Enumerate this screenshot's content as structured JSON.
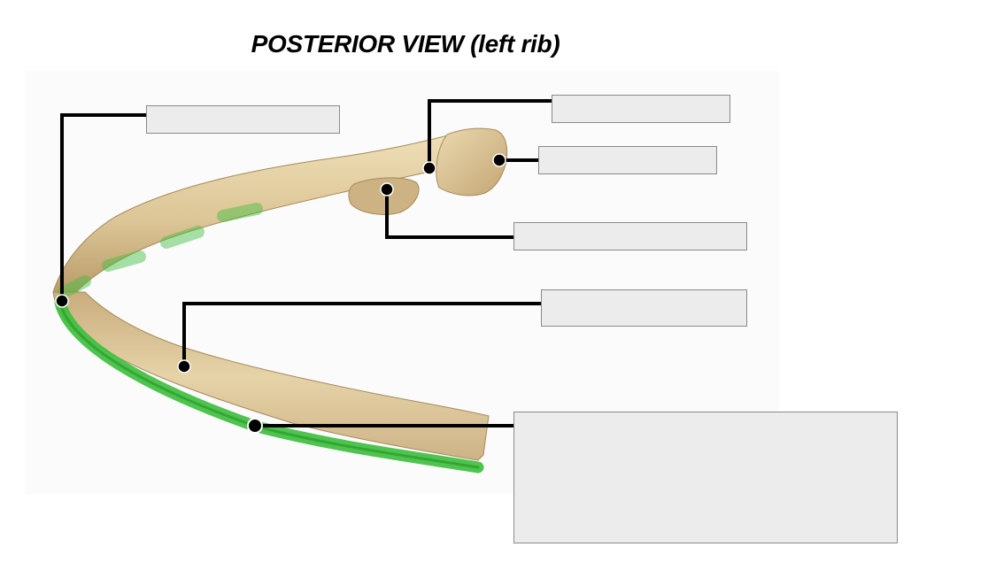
{
  "title": "POSTERIOR VIEW (left rib)",
  "colors": {
    "bone": "#e2cc9c",
    "bone_shadow": "#b89a66",
    "highlight_green": "#3fbf3f",
    "leader_line": "#000000",
    "label_box_fill": "#ececec"
  },
  "labels": [
    {
      "id": "angle",
      "text": ""
    },
    {
      "id": "neck",
      "text": ""
    },
    {
      "id": "head",
      "text": ""
    },
    {
      "id": "tubercle",
      "text": ""
    },
    {
      "id": "shaft",
      "text": ""
    },
    {
      "id": "costal-groove",
      "text": ""
    }
  ]
}
